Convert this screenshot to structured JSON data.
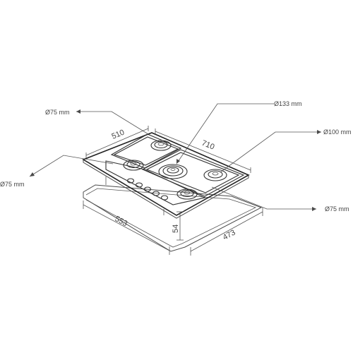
{
  "callouts": {
    "top_left": "Ø75 mm",
    "left": "Ø75 mm",
    "top_center": "Ø133 mm",
    "right_upper": "Ø100 mm",
    "right_lower": "Ø75 mm"
  },
  "dimensions": {
    "depth_top": "510",
    "width_top": "710",
    "cutout_depth": "553",
    "height": "54",
    "cutout_width": "473"
  },
  "colors": {
    "line": "#4a4a4a",
    "text": "#444444"
  }
}
